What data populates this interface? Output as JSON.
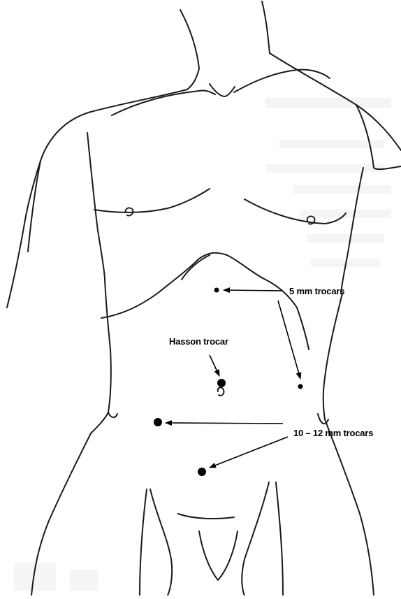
{
  "diagram": {
    "labels": {
      "five_mm": "5 mm trocars",
      "hasson": "Hasson trocar",
      "ten_twelve_mm": "10 – 12 mm trocars"
    },
    "colors": {
      "outline": "#1a1a1a",
      "marker": "#000000",
      "watermark": "#e9e9e9",
      "background": "#ffffff"
    }
  }
}
